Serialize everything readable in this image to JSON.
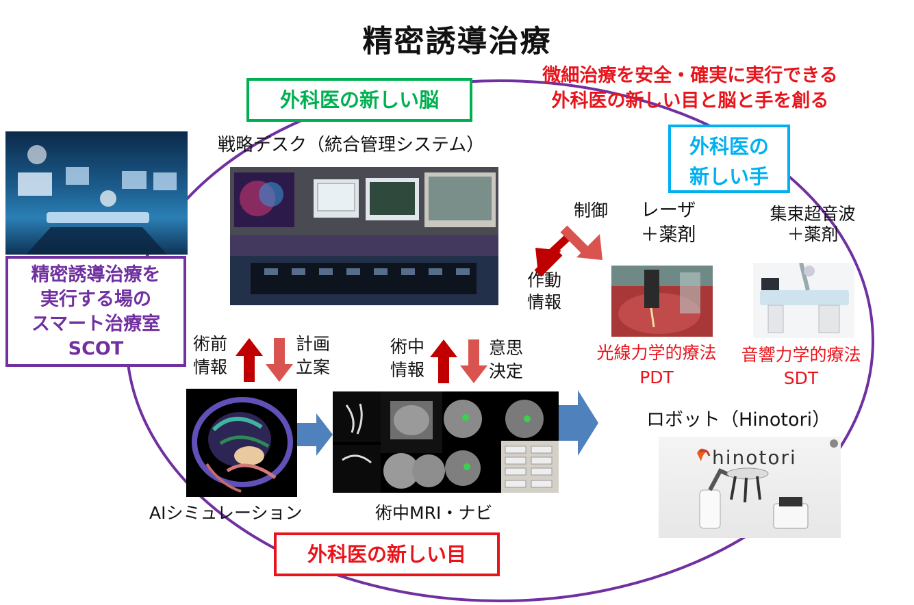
{
  "title": "精密誘導治療",
  "slogan": {
    "line1": "微細治療を安全・確実に実行できる",
    "line2": "外科医の新しい目と脳と手を創る"
  },
  "labels": {
    "brain": "外科医の新しい脳",
    "hand_line1": "外科医の",
    "hand_line2": "新しい手",
    "eye": "外科医の新しい目",
    "scot_line1": "精密誘導治療を",
    "scot_line2": "実行する場の",
    "scot_line3": "スマート治療室",
    "scot_line4": "SCOT"
  },
  "strategy_desk": "戦略デスク（統合管理システム）",
  "control": "制御",
  "feedback_line1": "作動",
  "feedback_line2": "情報",
  "laser_line1": "レーザ",
  "laser_line2": "＋薬剤",
  "ultrasound_line1": "集束超音波",
  "ultrasound_line2": "＋薬剤",
  "pdt_line1": "光線力学的療法",
  "pdt_line2": "PDT",
  "sdt_line1": "音響力学的療法",
  "sdt_line2": "SDT",
  "preop_line1": "術前",
  "preop_line2": "情報",
  "plan_line1": "計画",
  "plan_line2": "立案",
  "intraop_line1": "術中",
  "intraop_line2": "情報",
  "decision_line1": "意思",
  "decision_line2": "決定",
  "ai_sim": "AIシミュレーション",
  "mri_nav": "術中MRI・ナビ",
  "robot": "ロボット（Hinotori）",
  "hinotori_logo": "hinotori",
  "colors": {
    "purple": "#7030a0",
    "green": "#00b050",
    "cyan": "#00b0f0",
    "red": "#e8141b",
    "dark_red": "#c00000",
    "blue_arrow": "#4f81bd"
  }
}
